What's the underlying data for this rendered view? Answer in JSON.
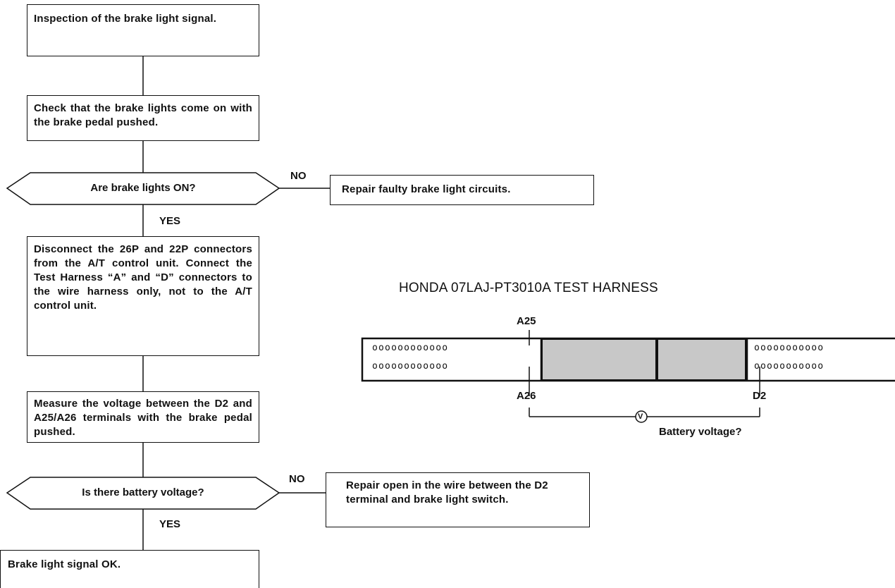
{
  "flowchart": {
    "step1": "Inspection of the brake light signal.",
    "step2": "Check that the brake lights come on with the brake pedal pushed.",
    "decision1": "Are brake lights ON?",
    "decision1_no": "NO",
    "decision1_yes": "YES",
    "repair1": "Repair faulty brake light circuits.",
    "step3": "Disconnect the 26P and 22P connectors from the A/T control unit. Connect the Test Harness “A” and “D” connectors to the wire harness only, not to the A/T control unit.",
    "step4": "Measure the voltage between the D2 and A25/A26 terminals with the brake pedal pushed.",
    "decision2": "Is there battery voltage?",
    "decision2_no": "NO",
    "decision2_yes": "YES",
    "repair2": "Repair open in the wire between the D2 terminal and brake light switch.",
    "result": "Brake light signal OK."
  },
  "harness": {
    "title": "HONDA 07LAJ-PT3010A TEST HARNESS",
    "label_a25": "A25",
    "label_a26": "A26",
    "label_d2": "D2",
    "meter_symbol": "V",
    "question": "Battery voltage?",
    "row_top": "oooooooooooo",
    "row_bottom": "oooooooooooo",
    "row_d_top": "ooooooooooo",
    "row_d_bottom": "ooooooooooo"
  },
  "colors": {
    "line": "#111111",
    "shaded": "#c8c8c8"
  }
}
